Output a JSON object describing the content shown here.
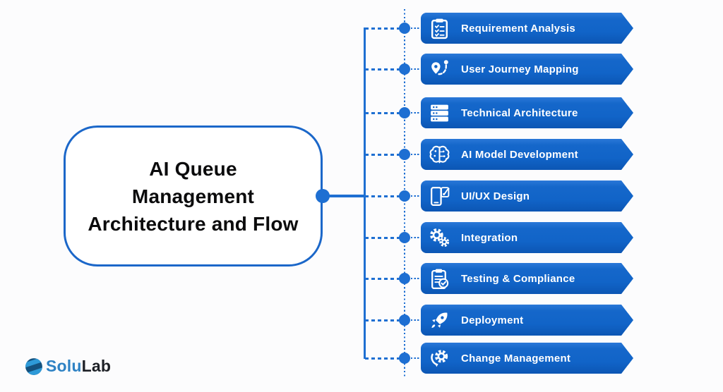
{
  "title": {
    "text": "AI Queue Management Architecture and Flow",
    "lines": [
      "AI Queue",
      "Management",
      "Architecture and Flow"
    ]
  },
  "steps": [
    {
      "label": "Requirement Analysis",
      "icon": "clipboard-checklist-icon"
    },
    {
      "label": "User Journey Mapping",
      "icon": "journey-map-pin-icon"
    },
    {
      "label": "Technical Architecture",
      "icon": "server-stack-icon"
    },
    {
      "label": "AI Model Development",
      "icon": "ai-brain-circuit-icon"
    },
    {
      "label": "UI/UX Design",
      "icon": "mobile-design-icon"
    },
    {
      "label": "Integration",
      "icon": "gears-icon"
    },
    {
      "label": "Testing & Compliance",
      "icon": "clipboard-check-icon"
    },
    {
      "label": "Deployment",
      "icon": "rocket-icon"
    },
    {
      "label": "Change Management",
      "icon": "gear-refresh-icon"
    }
  ],
  "logo": {
    "part1": "Solu",
    "part2": "Lab"
  },
  "colors": {
    "banner_blue": "#1164c8",
    "line_blue": "#1e6fd2",
    "text_dark": "#0b0b0c",
    "logo_blue": "#2e82c4",
    "logo_dark": "#1d2026",
    "background": "#fcfcfd"
  }
}
